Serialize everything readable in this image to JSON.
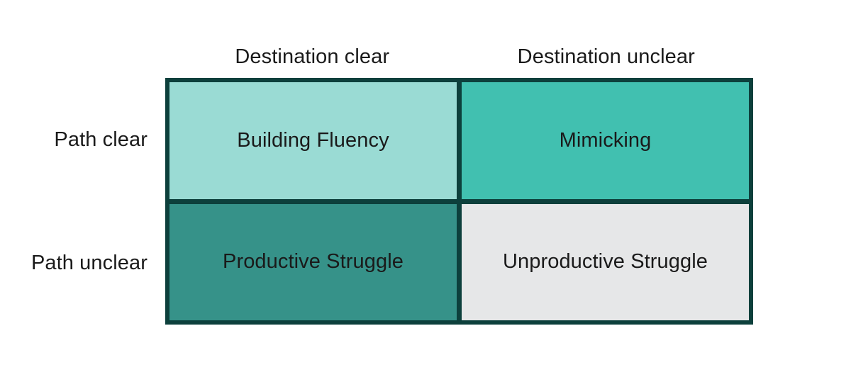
{
  "figure": {
    "background": "#ffffff",
    "border_color": "#0d403c",
    "text_color": "#1a1a1a"
  },
  "columns": [
    {
      "label": "Destination clear"
    },
    {
      "label": "Destination unclear"
    }
  ],
  "rows": [
    {
      "label": "Path clear"
    },
    {
      "label": "Path unclear"
    }
  ],
  "cells": [
    {
      "label": "Building Fluency",
      "fill": "#9adbd4",
      "row": "Path clear",
      "column": "Destination clear"
    },
    {
      "label": "Mimicking",
      "fill": "#41c0b0",
      "row": "Path clear",
      "column": "Destination unclear"
    },
    {
      "label": "Productive Struggle",
      "fill": "#369289",
      "row": "Path unclear",
      "column": "Destination clear"
    },
    {
      "label": "Unproductive Struggle",
      "fill": "#e6e7e8",
      "row": "Path unclear",
      "column": "Destination unclear"
    }
  ]
}
